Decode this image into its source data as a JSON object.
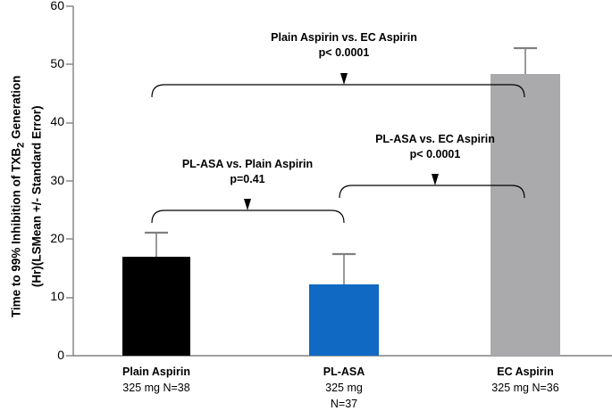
{
  "chart_data": {
    "type": "bar",
    "title": "",
    "xlabel": "",
    "ylabel_line1": "Time to 99% Inhibition of TXB",
    "ylabel_sub": "2",
    "ylabel_line1b": " Generation",
    "ylabel_line2": "(Hr)(LSMean +/- Standard Error)",
    "categories": [
      "Plain Aspirin",
      "PL-ASA",
      "EC Aspirin"
    ],
    "values": [
      17.0,
      12.2,
      48.3
    ],
    "errors": [
      4.0,
      5.1,
      4.3
    ],
    "ylim": [
      0,
      60
    ],
    "yticks": [
      "0",
      "10",
      "20",
      "30",
      "40",
      "50",
      "60"
    ],
    "ytick_values": [
      0,
      10,
      20,
      30,
      40,
      50,
      60
    ],
    "grid": false,
    "legend": "none",
    "bar_colors": [
      "#000000",
      "#1069C2",
      "#AAAAAD"
    ],
    "annotations": [
      {
        "label": "Plain Aspirin vs. EC Aspirin",
        "pvalue": "p< 0.0001"
      },
      {
        "label": "PL-ASA vs. EC Aspirin",
        "pvalue": "p< 0.0001"
      },
      {
        "label": "PL-ASA vs. Plain Aspirin",
        "pvalue": "p=0.41"
      }
    ]
  },
  "axis": {
    "ytick_0": "0",
    "ytick_10": "10",
    "ytick_20": "20",
    "ytick_30": "30",
    "ytick_40": "40",
    "ytick_50": "50",
    "ytick_60": "60"
  },
  "xlabels": [
    {
      "name": "Plain Aspirin",
      "line2": "325 mg  N=38",
      "line3": ""
    },
    {
      "name": "PL-ASA",
      "line2": "325 mg",
      "line3": "N=37"
    },
    {
      "name": "EC Aspirin",
      "line2": "325 mg  N=36",
      "line3": ""
    }
  ],
  "annotations": {
    "top": {
      "label": "Plain Aspirin vs. EC Aspirin",
      "pvalue": "p< 0.0001"
    },
    "middle": {
      "label": "PL-ASA vs. EC Aspirin",
      "pvalue": "p< 0.0001"
    },
    "left": {
      "label": "PL-ASA vs. Plain Aspirin",
      "pvalue": "p=0.41"
    }
  },
  "colors": {
    "bar_plain": "#000000",
    "bar_plasa": "#1069C2",
    "bar_ec": "#AAAAAD",
    "axis": "#808080",
    "error_bar": "#808080",
    "annotation_line": "#000000"
  }
}
